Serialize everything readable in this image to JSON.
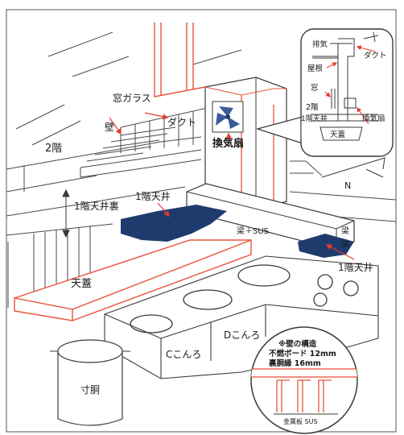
{
  "labels": {
    "window_glass": "窓ガラス",
    "duct": "ダクト",
    "wall": "壁",
    "floor2": "2階",
    "fan": "換気扇",
    "ceiling_space": "1階天井裏",
    "ceiling1_a": "1階天井",
    "ceiling1_b": "1階天井",
    "beam_sus": "梁＋SUS",
    "beam_a": "梁",
    "beam_b": "梁",
    "hood": "天蓋",
    "stove_c": "Cこんろ",
    "stove_d": "Dこんろ",
    "pot": "寸胴",
    "north": "N"
  },
  "inset": {
    "exhaust": "排気",
    "duct": "ダクト",
    "roof": "屋根",
    "window": "窓",
    "floor2": "2階",
    "ceiling1": "1階天井",
    "fan": "換気扇",
    "hood": "天蓋"
  },
  "wall_note": {
    "title": "※壁の構造",
    "line1": "不燃ボード 12mm",
    "line2": "裏胴縁 16mm",
    "metal": "金属板 SUS"
  },
  "colors": {
    "red": "#e8533a",
    "navy": "#1f3b6e",
    "line": "#3a3a3a",
    "accent": "#e83a2a"
  }
}
